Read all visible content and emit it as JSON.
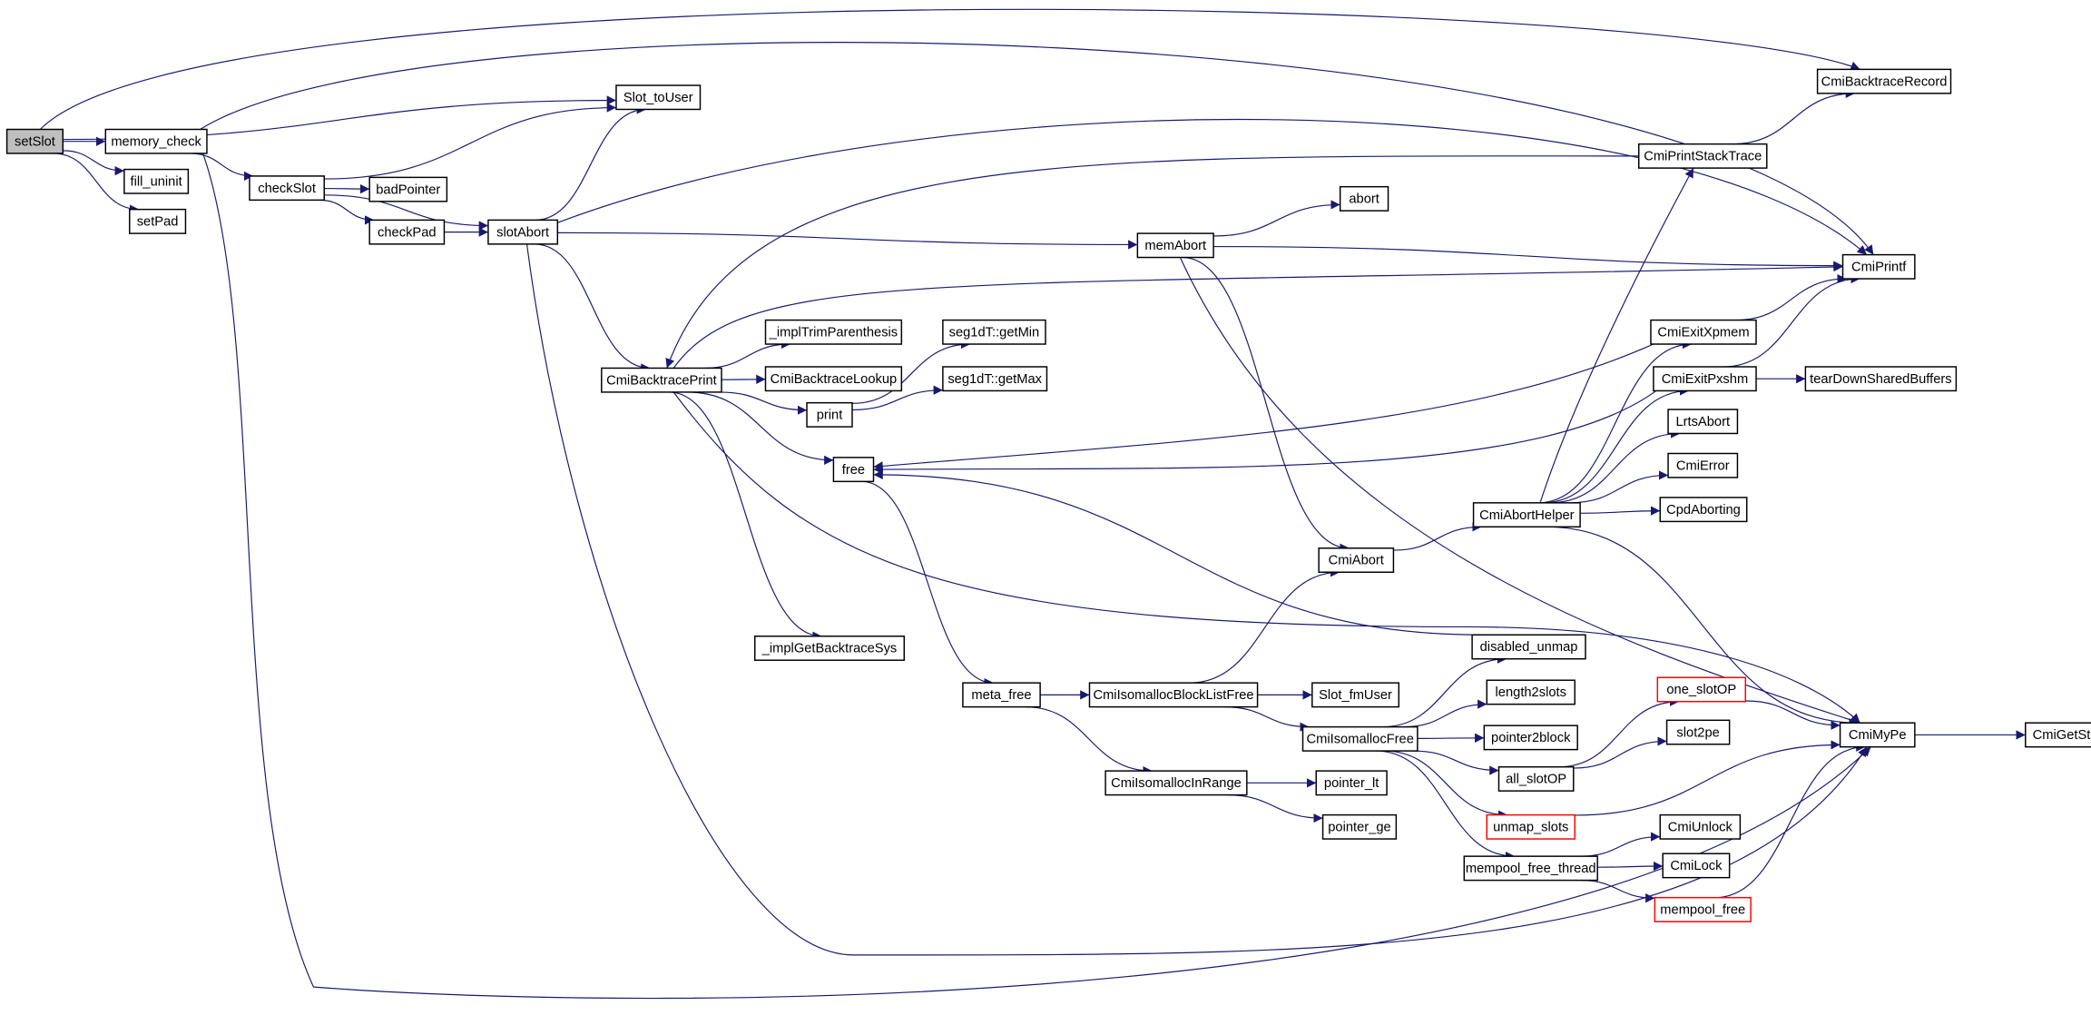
{
  "colors": {
    "edge": "#191970",
    "root_fill": "#bfbfbf",
    "truncated_border": "#ff0000",
    "node_border": "#000000"
  },
  "nodes": [
    {
      "id": "setSlot",
      "label": "setSlot",
      "root": true
    },
    {
      "id": "memory_check",
      "label": "memory_check"
    },
    {
      "id": "fill_uninit",
      "label": "fill_uninit"
    },
    {
      "id": "setPad",
      "label": "setPad"
    },
    {
      "id": "checkSlot",
      "label": "checkSlot"
    },
    {
      "id": "badPointer",
      "label": "badPointer"
    },
    {
      "id": "checkPad",
      "label": "checkPad"
    },
    {
      "id": "slotAbort",
      "label": "slotAbort"
    },
    {
      "id": "Slot_toUser",
      "label": "Slot_toUser"
    },
    {
      "id": "CmiBacktraceRecord",
      "label": "CmiBacktraceRecord"
    },
    {
      "id": "CmiPrintStackTrace",
      "label": "CmiPrintStackTrace"
    },
    {
      "id": "abort",
      "label": "abort"
    },
    {
      "id": "memAbort",
      "label": "memAbort"
    },
    {
      "id": "CmiPrintf",
      "label": "CmiPrintf"
    },
    {
      "id": "CmiBacktracePrint",
      "label": "CmiBacktracePrint"
    },
    {
      "id": "_implTrimParenthesis",
      "label": "_implTrimParenthesis"
    },
    {
      "id": "CmiBacktraceLookup",
      "label": "CmiBacktraceLookup"
    },
    {
      "id": "print",
      "label": "print"
    },
    {
      "id": "getMin",
      "label": "seg1dT::getMin"
    },
    {
      "id": "getMax",
      "label": "seg1dT::getMax"
    },
    {
      "id": "free",
      "label": "free"
    },
    {
      "id": "CmiExitXpmem",
      "label": "CmiExitXpmem"
    },
    {
      "id": "CmiExitPxshm",
      "label": "CmiExitPxshm"
    },
    {
      "id": "tearDownSharedBuffers",
      "label": "tearDownSharedBuffers"
    },
    {
      "id": "LrtsAbort",
      "label": "LrtsAbort"
    },
    {
      "id": "CmiError",
      "label": "CmiError"
    },
    {
      "id": "CpdAborting",
      "label": "CpdAborting"
    },
    {
      "id": "CmiAbortHelper",
      "label": "CmiAbortHelper"
    },
    {
      "id": "CmiAbort",
      "label": "CmiAbort"
    },
    {
      "id": "disabled_unmap",
      "label": "disabled_unmap"
    },
    {
      "id": "_implGetBacktraceSys",
      "label": "_implGetBacktraceSys"
    },
    {
      "id": "meta_free",
      "label": "meta_free"
    },
    {
      "id": "CmiIsomallocBlockListFree",
      "label": "CmiIsomallocBlockListFree"
    },
    {
      "id": "Slot_fmUser",
      "label": "Slot_fmUser"
    },
    {
      "id": "CmiIsomallocFree",
      "label": "CmiIsomallocFree"
    },
    {
      "id": "length2slots",
      "label": "length2slots"
    },
    {
      "id": "pointer2block",
      "label": "pointer2block"
    },
    {
      "id": "one_slotOP",
      "label": "one_slotOP",
      "truncated": true
    },
    {
      "id": "slot2pe",
      "label": "slot2pe"
    },
    {
      "id": "CmiMyPe",
      "label": "CmiMyPe"
    },
    {
      "id": "CmiGetState",
      "label": "CmiGetState"
    },
    {
      "id": "all_slotOP",
      "label": "all_slotOP"
    },
    {
      "id": "CmiIsomallocInRange",
      "label": "CmiIsomallocInRange"
    },
    {
      "id": "pointer_lt",
      "label": "pointer_lt"
    },
    {
      "id": "unmap_slots",
      "label": "unmap_slots",
      "truncated": true
    },
    {
      "id": "pointer_ge",
      "label": "pointer_ge"
    },
    {
      "id": "CmiUnlock",
      "label": "CmiUnlock"
    },
    {
      "id": "CmiLock",
      "label": "CmiLock"
    },
    {
      "id": "mempool_free_thread",
      "label": "mempool_free_thread"
    },
    {
      "id": "mempool_free",
      "label": "mempool_free",
      "truncated": true
    }
  ],
  "edges": [
    [
      "setSlot",
      "memory_check"
    ],
    [
      "setSlot",
      "fill_uninit"
    ],
    [
      "setSlot",
      "setPad"
    ],
    [
      "setSlot",
      "Slot_toUser"
    ],
    [
      "setSlot",
      "CmiBacktraceRecord"
    ],
    [
      "memory_check",
      "checkSlot"
    ],
    [
      "memory_check",
      "CmiPrintf"
    ],
    [
      "memory_check",
      "CmiMyPe"
    ],
    [
      "checkSlot",
      "badPointer"
    ],
    [
      "checkSlot",
      "checkPad"
    ],
    [
      "checkSlot",
      "slotAbort"
    ],
    [
      "checkSlot",
      "Slot_toUser"
    ],
    [
      "checkPad",
      "slotAbort"
    ],
    [
      "slotAbort",
      "Slot_toUser"
    ],
    [
      "slotAbort",
      "memAbort"
    ],
    [
      "slotAbort",
      "CmiBacktracePrint"
    ],
    [
      "slotAbort",
      "CmiPrintf"
    ],
    [
      "slotAbort",
      "CmiMyPe"
    ],
    [
      "memAbort",
      "abort"
    ],
    [
      "memAbort",
      "CmiPrintf"
    ],
    [
      "memAbort",
      "CmiAbort"
    ],
    [
      "memAbort",
      "CmiMyPe"
    ],
    [
      "CmiPrintStackTrace",
      "CmiBacktraceRecord"
    ],
    [
      "CmiPrintStackTrace",
      "CmiBacktracePrint"
    ],
    [
      "CmiBacktracePrint",
      "_implTrimParenthesis"
    ],
    [
      "CmiBacktracePrint",
      "CmiBacktraceLookup"
    ],
    [
      "CmiBacktracePrint",
      "print"
    ],
    [
      "CmiBacktracePrint",
      "free"
    ],
    [
      "CmiBacktracePrint",
      "_implGetBacktraceSys"
    ],
    [
      "CmiBacktracePrint",
      "CmiMyPe"
    ],
    [
      "CmiBacktracePrint",
      "CmiPrintf"
    ],
    [
      "print",
      "getMin"
    ],
    [
      "print",
      "getMax"
    ],
    [
      "free",
      "meta_free"
    ],
    [
      "meta_free",
      "CmiIsomallocBlockListFree"
    ],
    [
      "meta_free",
      "CmiIsomallocInRange"
    ],
    [
      "CmiIsomallocBlockListFree",
      "Slot_fmUser"
    ],
    [
      "CmiIsomallocBlockListFree",
      "CmiIsomallocFree"
    ],
    [
      "CmiIsomallocBlockListFree",
      "CmiAbort"
    ],
    [
      "CmiIsomallocInRange",
      "pointer_lt"
    ],
    [
      "CmiIsomallocInRange",
      "pointer_ge"
    ],
    [
      "CmiIsomallocFree",
      "disabled_unmap"
    ],
    [
      "CmiIsomallocFree",
      "length2slots"
    ],
    [
      "CmiIsomallocFree",
      "pointer2block"
    ],
    [
      "CmiIsomallocFree",
      "all_slotOP"
    ],
    [
      "CmiIsomallocFree",
      "unmap_slots"
    ],
    [
      "CmiIsomallocFree",
      "mempool_free_thread"
    ],
    [
      "disabled_unmap",
      "free"
    ],
    [
      "all_slotOP",
      "one_slotOP"
    ],
    [
      "all_slotOP",
      "slot2pe"
    ],
    [
      "one_slotOP",
      "CmiMyPe"
    ],
    [
      "unmap_slots",
      "CmiMyPe"
    ],
    [
      "mempool_free_thread",
      "CmiUnlock"
    ],
    [
      "mempool_free_thread",
      "CmiLock"
    ],
    [
      "mempool_free_thread",
      "mempool_free"
    ],
    [
      "mempool_free",
      "CmiMyPe"
    ],
    [
      "CmiMyPe",
      "CmiGetState"
    ],
    [
      "CmiAbort",
      "CmiAbortHelper"
    ],
    [
      "CmiAbortHelper",
      "CmiPrintStackTrace"
    ],
    [
      "CmiAbortHelper",
      "CmiExitXpmem"
    ],
    [
      "CmiAbortHelper",
      "CmiExitPxshm"
    ],
    [
      "CmiAbortHelper",
      "LrtsAbort"
    ],
    [
      "CmiAbortHelper",
      "CmiError"
    ],
    [
      "CmiAbortHelper",
      "CpdAborting"
    ],
    [
      "CmiAbortHelper",
      "CmiMyPe"
    ],
    [
      "CmiExitXpmem",
      "CmiPrintf"
    ],
    [
      "CmiExitXpmem",
      "free"
    ],
    [
      "CmiExitPxshm",
      "CmiPrintf"
    ],
    [
      "CmiExitPxshm",
      "tearDownSharedBuffers"
    ],
    [
      "CmiExitPxshm",
      "free"
    ]
  ]
}
